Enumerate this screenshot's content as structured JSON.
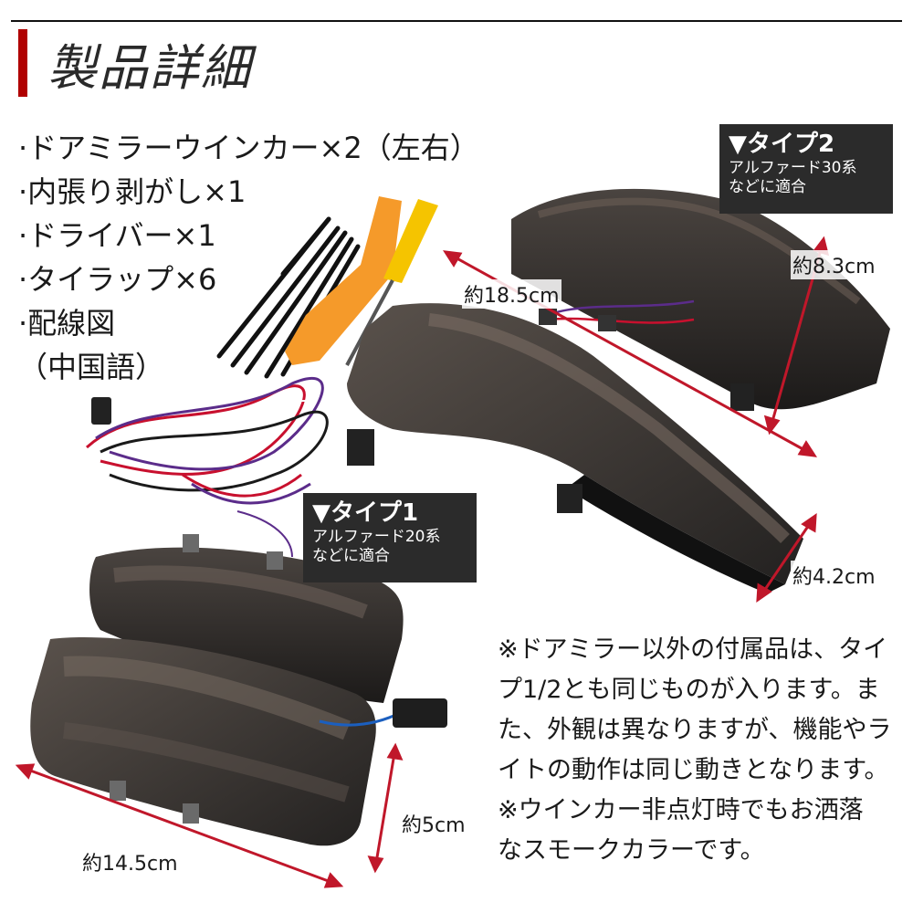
{
  "header": {
    "title": "製品詳細"
  },
  "contents": {
    "items": [
      "·ドアミラーウインカー×2（左右）",
      "·内張り剥がし×1",
      "·ドライバー×1",
      "·タイラップ×6",
      "·配線図",
      "（中国語）"
    ]
  },
  "type2": {
    "title": "▼タイプ2",
    "line1": "アルファード30系",
    "line2": "などに適合"
  },
  "type1": {
    "title": "▼タイプ1",
    "line1": "アルファード20系",
    "line2": "などに適合"
  },
  "dimensions": {
    "type2_length": "約18.5cm",
    "type2_height": "約8.3cm",
    "type2_depth": "約4.2cm",
    "type1_length": "約14.5cm",
    "type1_height": "約5cm"
  },
  "note": {
    "lines": [
      "※ドアミラー以外の付属品は、タイ",
      "プ1/2とも同じものが入ります。ま",
      "た、外観は異なりますが、機能やラ",
      "イトの動作は同じ動きとなります。",
      "※ウインカー非点灯時でもお洒落",
      "なスモークカラーです。"
    ]
  },
  "colors": {
    "accent": "#b00000",
    "dimension_arrow": "#c0172a",
    "smoke_lens": "#3a3532",
    "screwdriver": "#f5c400",
    "trim_tool": "#f59a2a"
  }
}
